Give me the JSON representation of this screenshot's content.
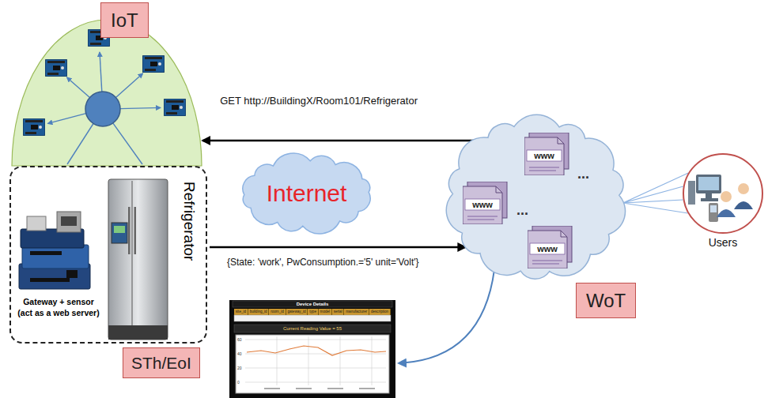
{
  "diagram": {
    "nodes": [
      {
        "text": [
          "IoT"
        ]
      },
      {
        "text": [
          "Gateway + sensor (act as a web server)",
          "Refrigerator",
          "STh/EoI"
        ]
      },
      {
        "text": [
          "Internet"
        ]
      },
      {
        "text": [
          "www",
          "www",
          "www",
          "...",
          "...",
          "WoT"
        ]
      },
      {
        "text": [
          "Users"
        ]
      },
      {
        "text": [
          "Device Details",
          "Current Reading Value = 55"
        ]
      }
    ],
    "edges": [
      {
        "from": 3,
        "to": 0,
        "arrow": "to",
        "label": "GET http://BuildingX/Room101/Refrigerator"
      },
      {
        "from": 1,
        "to": 3,
        "arrow": "to",
        "label": "{State: 'work', PwConsumption.='5' unit='Volt'}"
      },
      {
        "from": 3,
        "to": 5,
        "arrow": "to"
      },
      {
        "from": 3,
        "to": 4,
        "arrow": "none"
      }
    ],
    "labels": [
      "site_id",
      "building_id",
      "room_id",
      "gateway_id",
      "type",
      "model",
      "serial",
      "manufacturer",
      "description",
      "60",
      "40",
      "20",
      "0"
    ]
  }
}
